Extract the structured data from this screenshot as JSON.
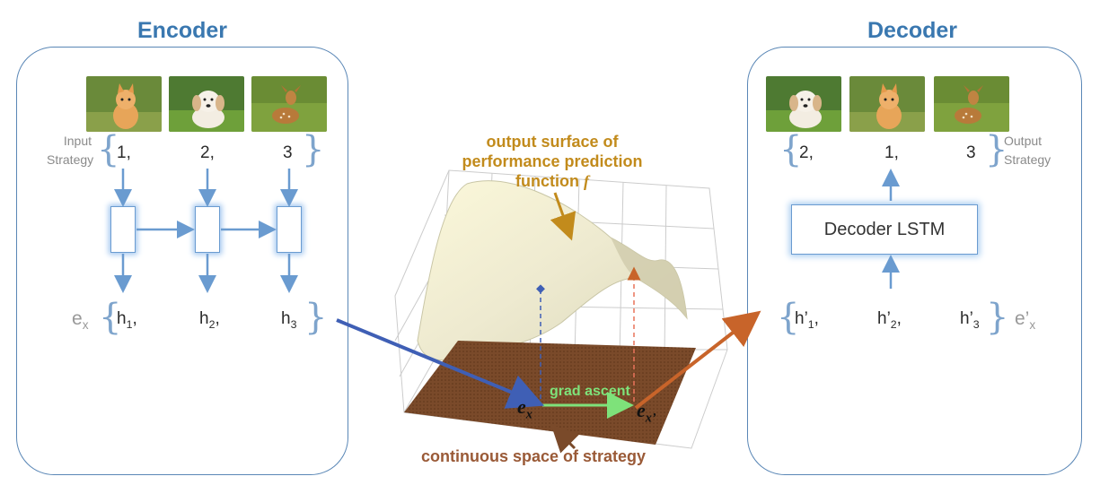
{
  "encoder": {
    "title": "Encoder",
    "input_label_1": "Input",
    "input_label_2": "Strategy",
    "tokens": [
      "1,",
      "2,",
      "3"
    ],
    "hidden": [
      {
        "base": "h",
        "sub": "1",
        "suffix": ","
      },
      {
        "base": "h",
        "sub": "2",
        "suffix": ","
      },
      {
        "base": "h",
        "sub": "3",
        "suffix": ""
      }
    ],
    "embed": {
      "base": "e",
      "sub": "x"
    },
    "images": [
      "kitten-photo",
      "puppy-photo",
      "deer-photo"
    ]
  },
  "decoder": {
    "title": "Decoder",
    "output_label_1": "Output",
    "output_label_2": "Strategy",
    "tokens": [
      "2,",
      "1,",
      "3"
    ],
    "lstm_label": "Decoder LSTM",
    "hidden": [
      {
        "base": "h’",
        "sub": "1",
        "suffix": ","
      },
      {
        "base": "h’",
        "sub": "2",
        "suffix": ","
      },
      {
        "base": "h’",
        "sub": "3",
        "suffix": ""
      }
    ],
    "embed": {
      "base": "e’",
      "sub": "x"
    },
    "images": [
      "puppy-photo",
      "kitten-photo",
      "deer-photo"
    ]
  },
  "surface": {
    "label_1": "output surface of",
    "label_2": "performance prediction",
    "label_3": "function",
    "fn_symbol": "f",
    "plane_label": "continuous space of strategy",
    "grad_label": "grad ascent",
    "ex_point": {
      "base": "e",
      "sub": "x"
    },
    "ex_prime_point": {
      "base": "e",
      "sub": "x’"
    }
  },
  "colors": {
    "title_blue": "#3a78b0",
    "panel_border": "#5a87b6",
    "arrow_blue": "#6a9bd0",
    "encoder_arrow": "#3f5fb5",
    "decoder_arrow": "#c8642a",
    "orange_text": "#c28b1c",
    "brown_text": "#9a5a37",
    "grad_green": "#7ee27a",
    "plane_brown": "#7a4a2a"
  }
}
